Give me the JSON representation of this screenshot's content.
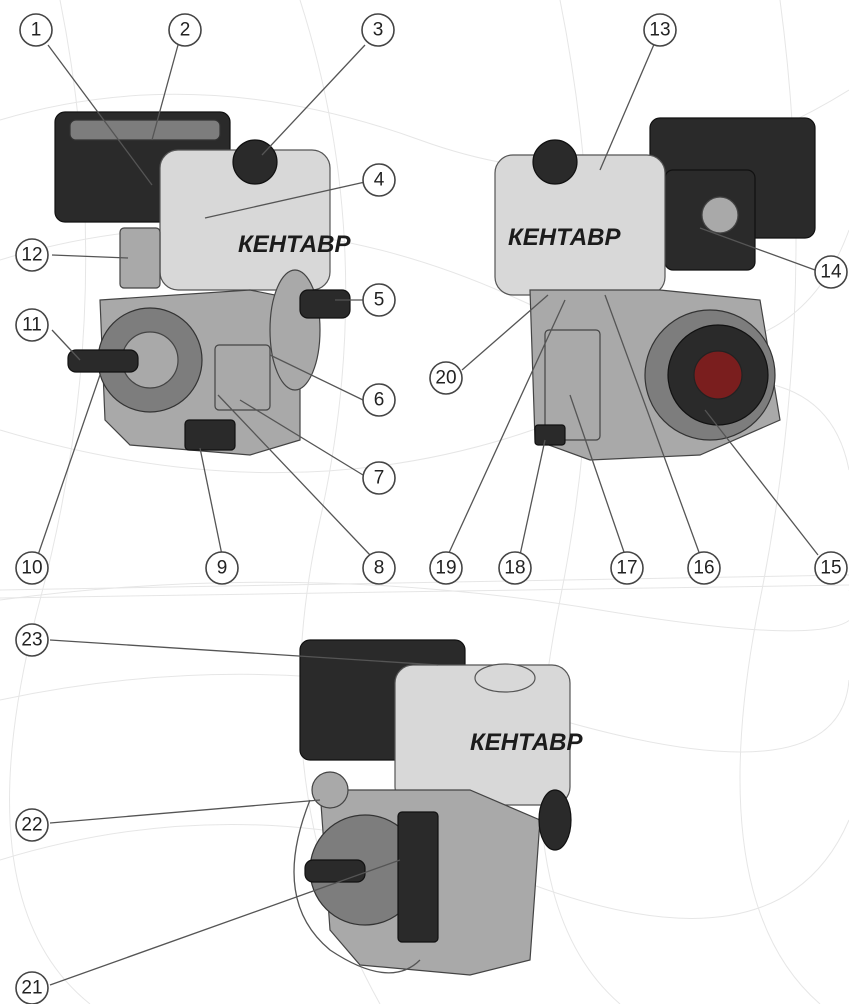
{
  "brand_label": "КЕНТАВР",
  "callouts": [
    "1",
    "2",
    "3",
    "4",
    "5",
    "6",
    "7",
    "8",
    "9",
    "10",
    "11",
    "12",
    "13",
    "14",
    "15",
    "16",
    "17",
    "18",
    "19",
    "20",
    "21",
    "22",
    "23"
  ],
  "colors": {
    "housing": "#d8d8d8",
    "dark_parts": "#2a2a2a",
    "metal": "#a9a9a9",
    "outline": "#444444"
  }
}
